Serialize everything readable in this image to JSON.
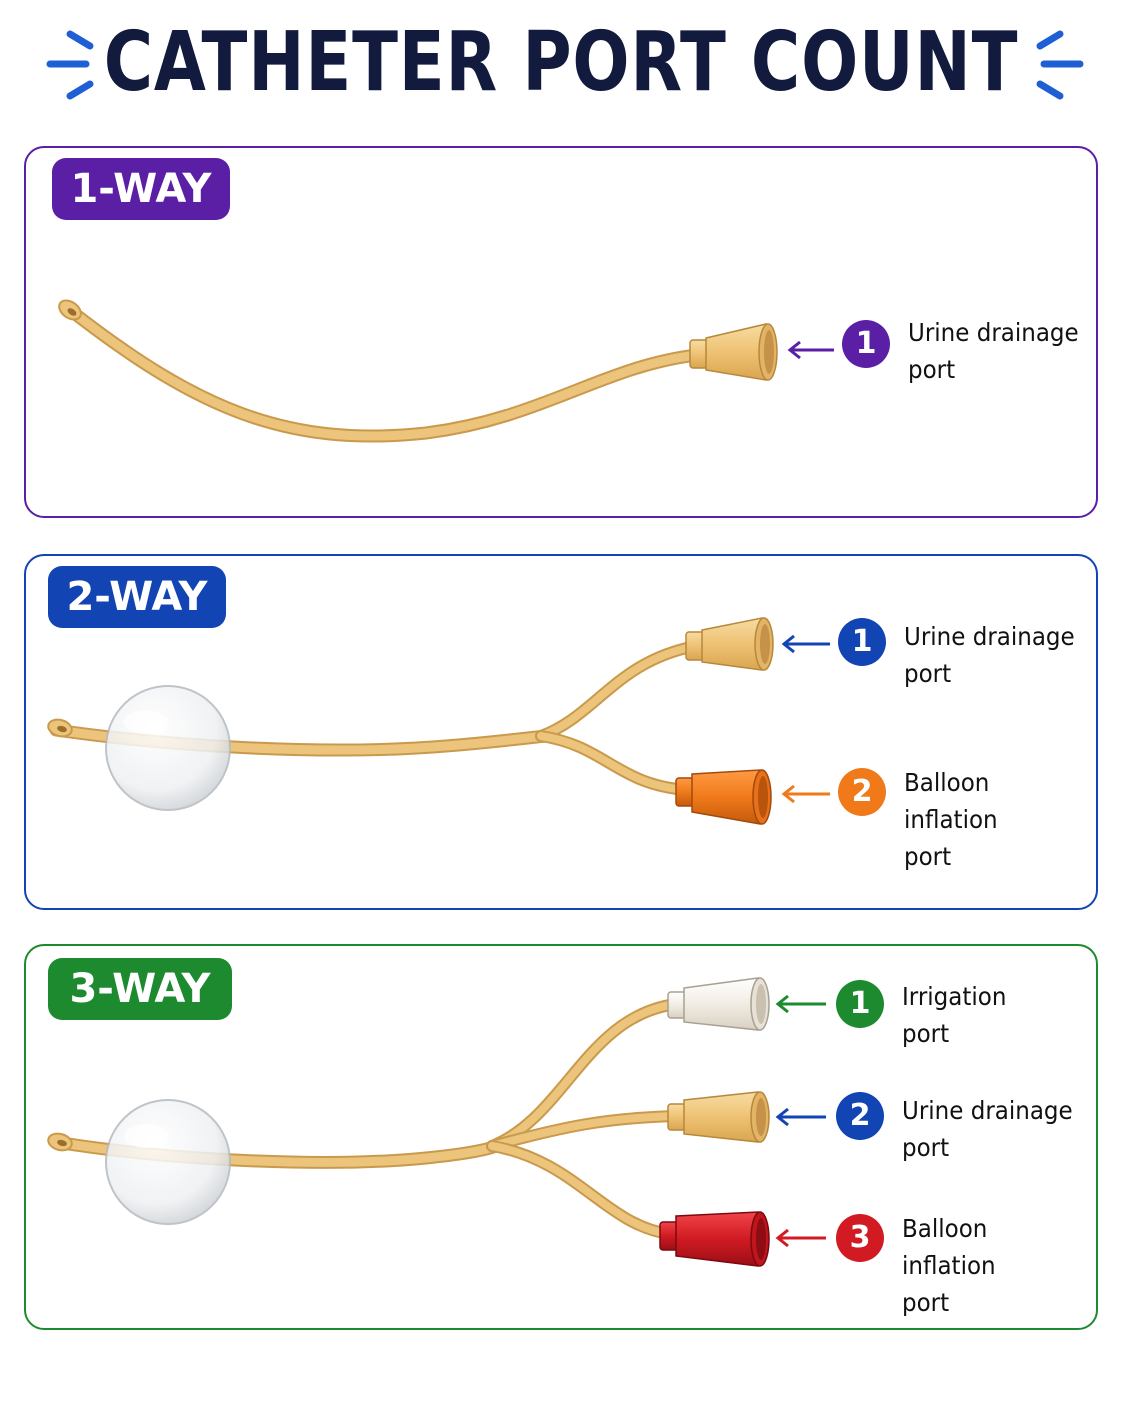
{
  "title": "CATHETER PORT COUNT",
  "colors": {
    "title": "#121a3d",
    "accent_burst": "#1f5fd6",
    "one_way": "#5b1fa6",
    "two_way": "#1244b3",
    "three_way": "#1e8a2f",
    "drainage_funnel": "#f0c77a",
    "balloon_orange": "#f07a1a",
    "balloon_red": "#d11a22",
    "irrigation_white": "#f2ede4",
    "tube": "#e9c27a"
  },
  "panels": [
    {
      "badge": "1-WAY",
      "ports": [
        {
          "number": "1",
          "label": "Urine drainage\nport"
        }
      ]
    },
    {
      "badge": "2-WAY",
      "ports": [
        {
          "number": "1",
          "label": "Urine drainage\nport"
        },
        {
          "number": "2",
          "label": "Balloon inflation\nport"
        }
      ]
    },
    {
      "badge": "3-WAY",
      "ports": [
        {
          "number": "1",
          "label": "Irrigation\nport"
        },
        {
          "number": "2",
          "label": "Urine drainage\nport"
        },
        {
          "number": "3",
          "label": "Balloon inflation\nport"
        }
      ]
    }
  ]
}
